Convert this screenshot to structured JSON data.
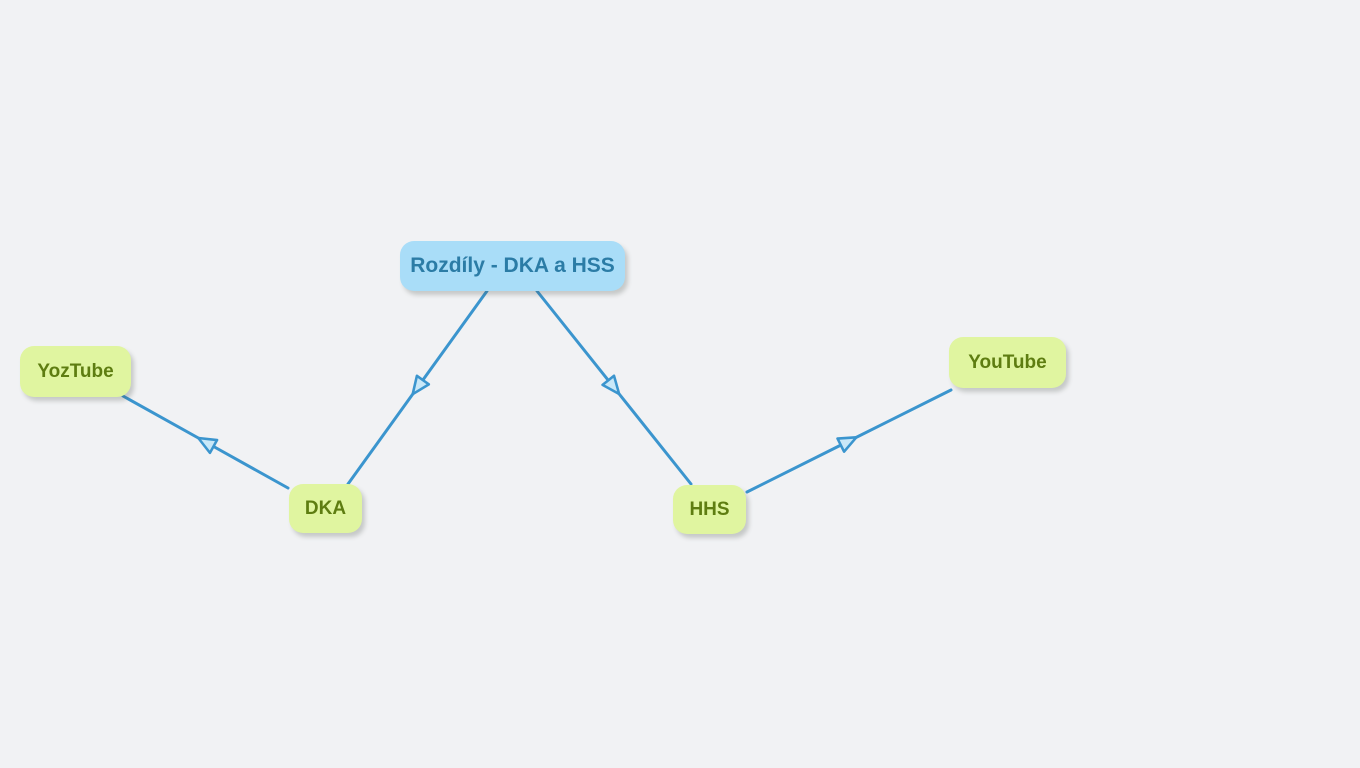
{
  "canvas": {
    "background_color": "#f1f2f4"
  },
  "diagram": {
    "root_node": {
      "label": "Rozdíly - DKA a HSS",
      "fill_color": "#a9ddf8",
      "text_color": "#2b7ca6"
    },
    "child_nodes": [
      {
        "id": "yoztube",
        "label": "YozTube"
      },
      {
        "id": "dka",
        "label": "DKA"
      },
      {
        "id": "hhs",
        "label": "HHS"
      },
      {
        "id": "youtube",
        "label": "YouTube"
      }
    ],
    "child_node_style": {
      "fill_color": "#e0f5a0",
      "text_color": "#5e7d11"
    },
    "connector_style": {
      "color": "#3b95ce",
      "arrowhead": "hollow-triangle-at-midpoint",
      "arrowhead_fill": "#c9e8f8"
    },
    "edges": [
      {
        "from": "Rozdíly - DKA a HSS",
        "to": "DKA"
      },
      {
        "from": "Rozdíly - DKA a HSS",
        "to": "HHS"
      },
      {
        "from": "DKA",
        "to": "YozTube"
      },
      {
        "from": "HHS",
        "to": "YouTube"
      }
    ]
  }
}
